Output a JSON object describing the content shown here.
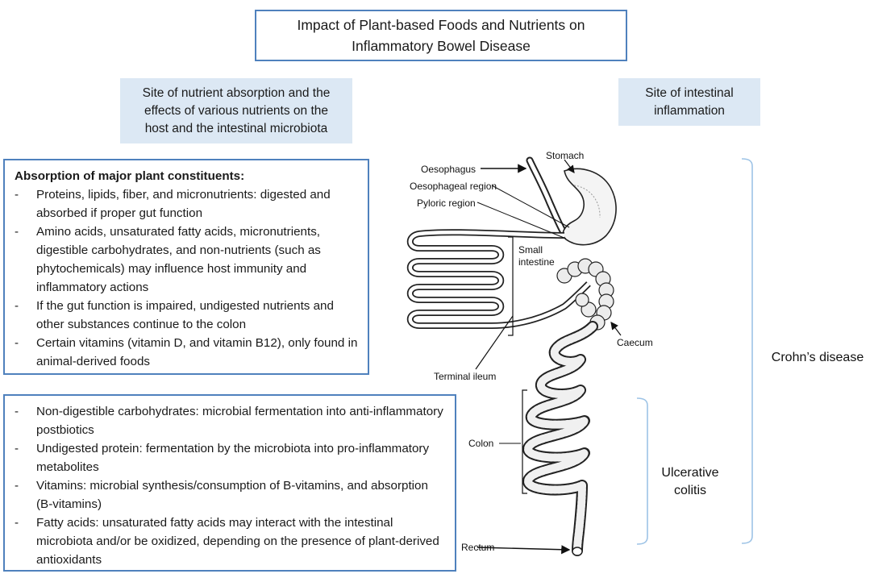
{
  "title": {
    "line1": "Impact of Plant-based Foods and Nutrients on",
    "line2": "Inflammatory Bowel Disease"
  },
  "header_left": {
    "line1": "Site of nutrient absorption and the",
    "line2": "effects of various nutrients on the",
    "line3": "host and the intestinal microbiota"
  },
  "header_right": {
    "line1": "Site of intestinal",
    "line2": "inflammation"
  },
  "absorption_box": {
    "heading": "Absorption of major plant constituents:",
    "items": [
      "Proteins, lipids, fiber, and micronutrients: digested and absorbed if proper gut function",
      "Amino acids, unsaturated fatty acids, micronutrients, digestible carbohydrates, and non-nutrients (such as phytochemicals) may influence host immunity and inflammatory actions",
      "If the gut function is impaired, undigested nutrients and other substances continue to the colon",
      "Certain vitamins (vitamin D, and vitamin B12), only found in animal-derived foods"
    ]
  },
  "colon_box": {
    "items": [
      "Non-digestible carbohydrates: microbial fermentation into anti-inflammatory postbiotics",
      "Undigested protein: fermentation by the microbiota into pro-inflammatory metabolites",
      "Vitamins: microbial synthesis/consumption of B-vitamins, and absorption (B-vitamins)",
      "Fatty acids: unsaturated fatty acids may interact with the intestinal microbiota and/or be oxidized, depending on the presence of plant-derived antioxidants"
    ]
  },
  "anatomy_labels": {
    "oesophagus": "Oesophagus",
    "stomach": "Stomach",
    "oesophageal_region": "Oesophageal region",
    "pyloric_region": "Pyloric region",
    "small_intestine_1": "Small",
    "small_intestine_2": "intestine",
    "caecum": "Caecum",
    "terminal_ileum": "Terminal ileum",
    "colon": "Colon",
    "rectum": "Rectum"
  },
  "regions": {
    "crohns": "Crohn’s disease",
    "uc_line1": "Ulcerative",
    "uc_line2": "colitis"
  },
  "colors": {
    "box_border": "#4f81bd",
    "header_fill": "#dce8f4",
    "bracket": "#9dc3e6"
  }
}
